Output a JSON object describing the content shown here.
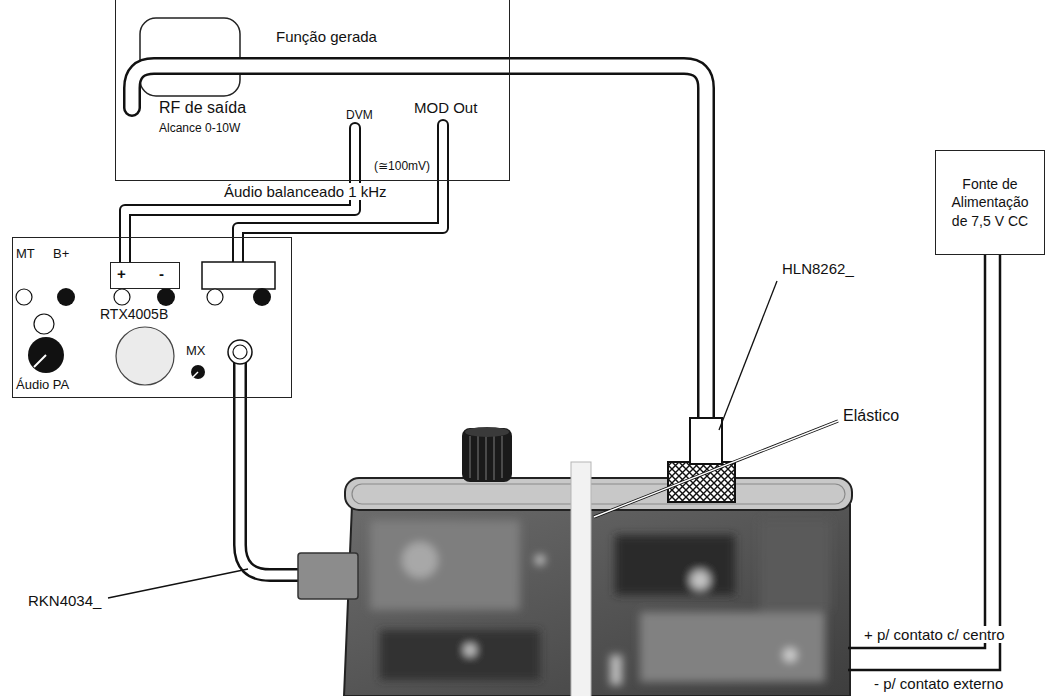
{
  "diagram": {
    "nodes": [
      {
        "text": [
          "Função gerada",
          "RF de saída",
          "Alcance 0-10W",
          "DVM",
          "MOD Out"
        ]
      },
      {
        "text": [
          "MT",
          "B+",
          "RTX4005B",
          "Áudio PA",
          "MX"
        ]
      },
      {
        "text": [
          "+",
          "-"
        ],
        "in": 1
      },
      {
        "text": [
          "Fonte de Alimentação de 7,5 V CC"
        ]
      }
    ],
    "edges": [
      {
        "from": 0,
        "to": 2,
        "arrow": "none"
      },
      {
        "from": 0,
        "to": 1,
        "arrow": "none"
      }
    ],
    "labels": [
      "(≅100mV)",
      "Áudio balanceado 1 kHz",
      "HLN8262_",
      "Elástico",
      "RKN4034_",
      "+ p/ contato c/ centro",
      "- p/ contato externo"
    ]
  }
}
